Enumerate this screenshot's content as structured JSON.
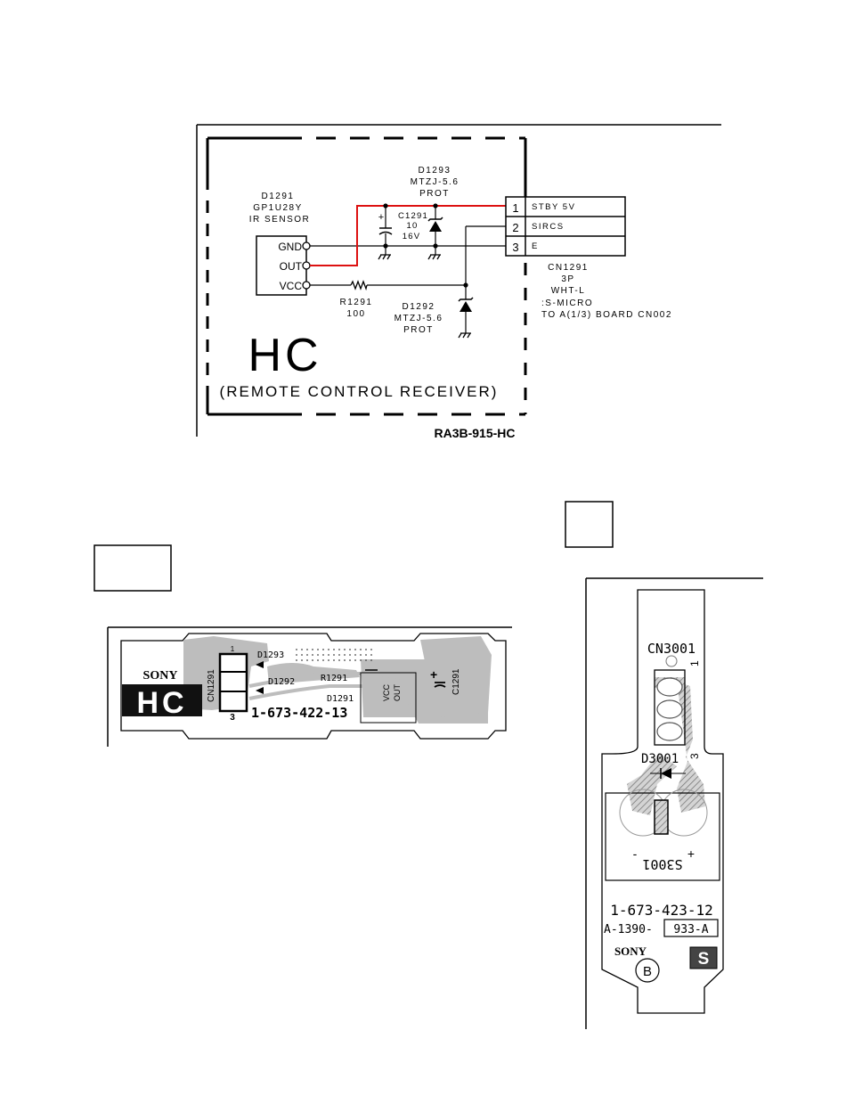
{
  "schematic": {
    "ir_sensor": {
      "ref": "D1291",
      "part": "GP1U28Y",
      "desc": "IR SENSOR",
      "pins": [
        "GND",
        "OUT",
        "VCC"
      ]
    },
    "d1293": {
      "ref": "D1293",
      "part": "MTZJ-5.6",
      "desc": "PROT"
    },
    "c1291": {
      "polarity": "+",
      "ref": "C1291",
      "value": "10",
      "voltage": "16V"
    },
    "r1291": {
      "ref": "R1291",
      "value": "100"
    },
    "d1292": {
      "ref": "D1292",
      "part": "MTZJ-5.6",
      "desc": "PROT"
    },
    "connector": {
      "pins": [
        {
          "num": "1",
          "signal": "STBY 5V"
        },
        {
          "num": "2",
          "signal": "SIRCS"
        },
        {
          "num": "3",
          "signal": "E"
        }
      ],
      "ref": "CN1291",
      "type": "3P",
      "color": "WHT-L",
      "series": ":S-MICRO",
      "dest": "TO A(1/3) BOARD CN002"
    },
    "board_name": "HC",
    "board_desc": "(REMOTE CONTROL RECEIVER)",
    "board_code": "RA3B-915-HC",
    "highlight_color": "#dd1111"
  },
  "pcb_hc": {
    "brand": "SONY",
    "logo": "HC",
    "connector_ref": "CN1291",
    "pin_1": "1",
    "pin_3": "3",
    "d1293": "D1293",
    "d1292": "D1292",
    "r1291": "R1291",
    "d1291": "D1291",
    "vcc": "VCC",
    "out": "OUT",
    "c1291": "C1291",
    "polarity": "+",
    "part_no": "1-673-422-13",
    "copper_color": "#bdbdbd"
  },
  "pcb_s": {
    "connector_ref": "CN3001",
    "pin_1": "1",
    "pin_3": "3",
    "diode_ref": "D3001",
    "switch_ref": "S3001",
    "minus": "-",
    "plus": "+",
    "part_no": "1-673-423-12",
    "board_prefix": "A-1390-",
    "board_suffix": "933-A",
    "brand": "SONY",
    "circle_mark": "B",
    "s_mark": "S"
  }
}
